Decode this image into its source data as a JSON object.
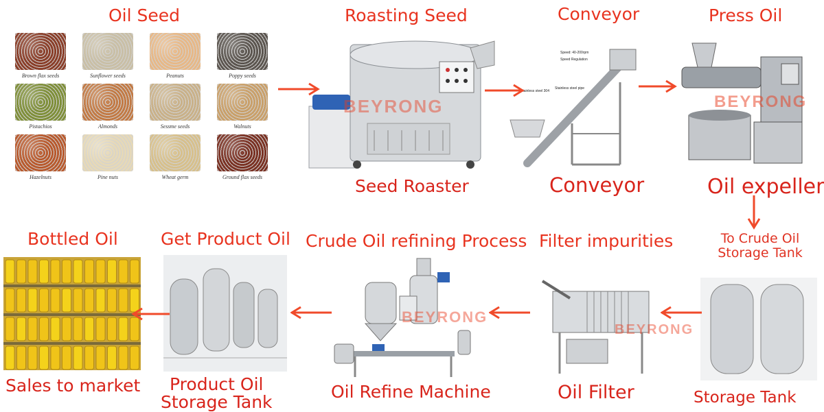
{
  "stages_top": {
    "oil_seed": "Oil Seed",
    "roasting": "Roasting Seed",
    "conveyor": "Conveyor",
    "press": "Press Oil"
  },
  "captions_top": {
    "roaster": "Seed Roaster",
    "conveyor": "Conveyor",
    "expeller": "Oil expeller"
  },
  "seeds": [
    {
      "label": "Brown flax seeds",
      "color": "#8a3f2a"
    },
    {
      "label": "Sunflower seeds",
      "color": "#c9bfa6"
    },
    {
      "label": "Peanuts",
      "color": "#e7b887"
    },
    {
      "label": "Poppy seeds",
      "color": "#5c5650"
    },
    {
      "label": "Pistachios",
      "color": "#7f8f3a"
    },
    {
      "label": "Almonds",
      "color": "#c27a45"
    },
    {
      "label": "Sessme seeds",
      "color": "#c9b189"
    },
    {
      "label": "Walnuts",
      "color": "#c9a06a"
    },
    {
      "label": "Hazelnuts",
      "color": "#b85a2e"
    },
    {
      "label": "Pine nuts",
      "color": "#e6d9b8"
    },
    {
      "label": "Wheat germ",
      "color": "#d7c08c"
    },
    {
      "label": "Ground flax seeds",
      "color": "#7a3224"
    }
  ],
  "to_crude": [
    "To Crude Oil",
    "Storage Tank"
  ],
  "stages_bottom": {
    "bottled": "Bottled Oil",
    "get_product": "Get Product Oil",
    "refining": "Crude Oil refining Process",
    "filter": "Filter impurities"
  },
  "captions_bottom": {
    "sales": "Sales to market",
    "product_tank": [
      "Product Oil",
      "Storage Tank"
    ],
    "refine_machine": "Oil Refine Machine",
    "oil_filter": "Oil Filter",
    "storage_tank": "Storage Tank"
  },
  "watermark": "BEYRONG",
  "conveyor_notes": [
    "Stainless steel 304",
    "Stainless steel pipe",
    "Speed: 40-200rpm",
    "Speed Regulation"
  ],
  "colors": {
    "accent": "#e8331f",
    "arrow": "#f04a2a",
    "steel": "#c9ccd0"
  }
}
